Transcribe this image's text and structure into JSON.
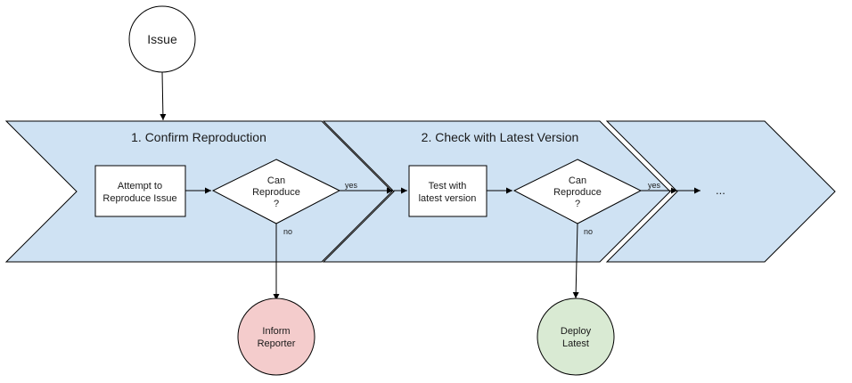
{
  "colors": {
    "phase_fill": "#cfe2f3",
    "stroke": "#000000",
    "box_fill": "#ffffff",
    "inform_fill": "#f4cccc",
    "deploy_fill": "#d9ead3"
  },
  "start": {
    "label": "Issue"
  },
  "phases": {
    "confirm": {
      "title": "1. Confirm Reproduction"
    },
    "check": {
      "title": "2. Check with Latest Version"
    },
    "next": {
      "title": ""
    }
  },
  "nodes": {
    "attempt": {
      "line1": "Attempt to",
      "line2": "Reproduce Issue"
    },
    "decision1": {
      "line1": "Can",
      "line2": "Reproduce",
      "line3": "?"
    },
    "test_latest": {
      "line1": "Test with",
      "line2": "latest version"
    },
    "decision2": {
      "line1": "Can",
      "line2": "Reproduce",
      "line3": "?"
    },
    "continuation": {
      "label": "..."
    },
    "inform": {
      "line1": "Inform",
      "line2": "Reporter"
    },
    "deploy": {
      "line1": "Deploy",
      "line2": "Latest"
    }
  },
  "edges": {
    "decision1_yes": "yes",
    "decision1_no": "no",
    "decision2_yes": "yes",
    "decision2_no": "no"
  }
}
